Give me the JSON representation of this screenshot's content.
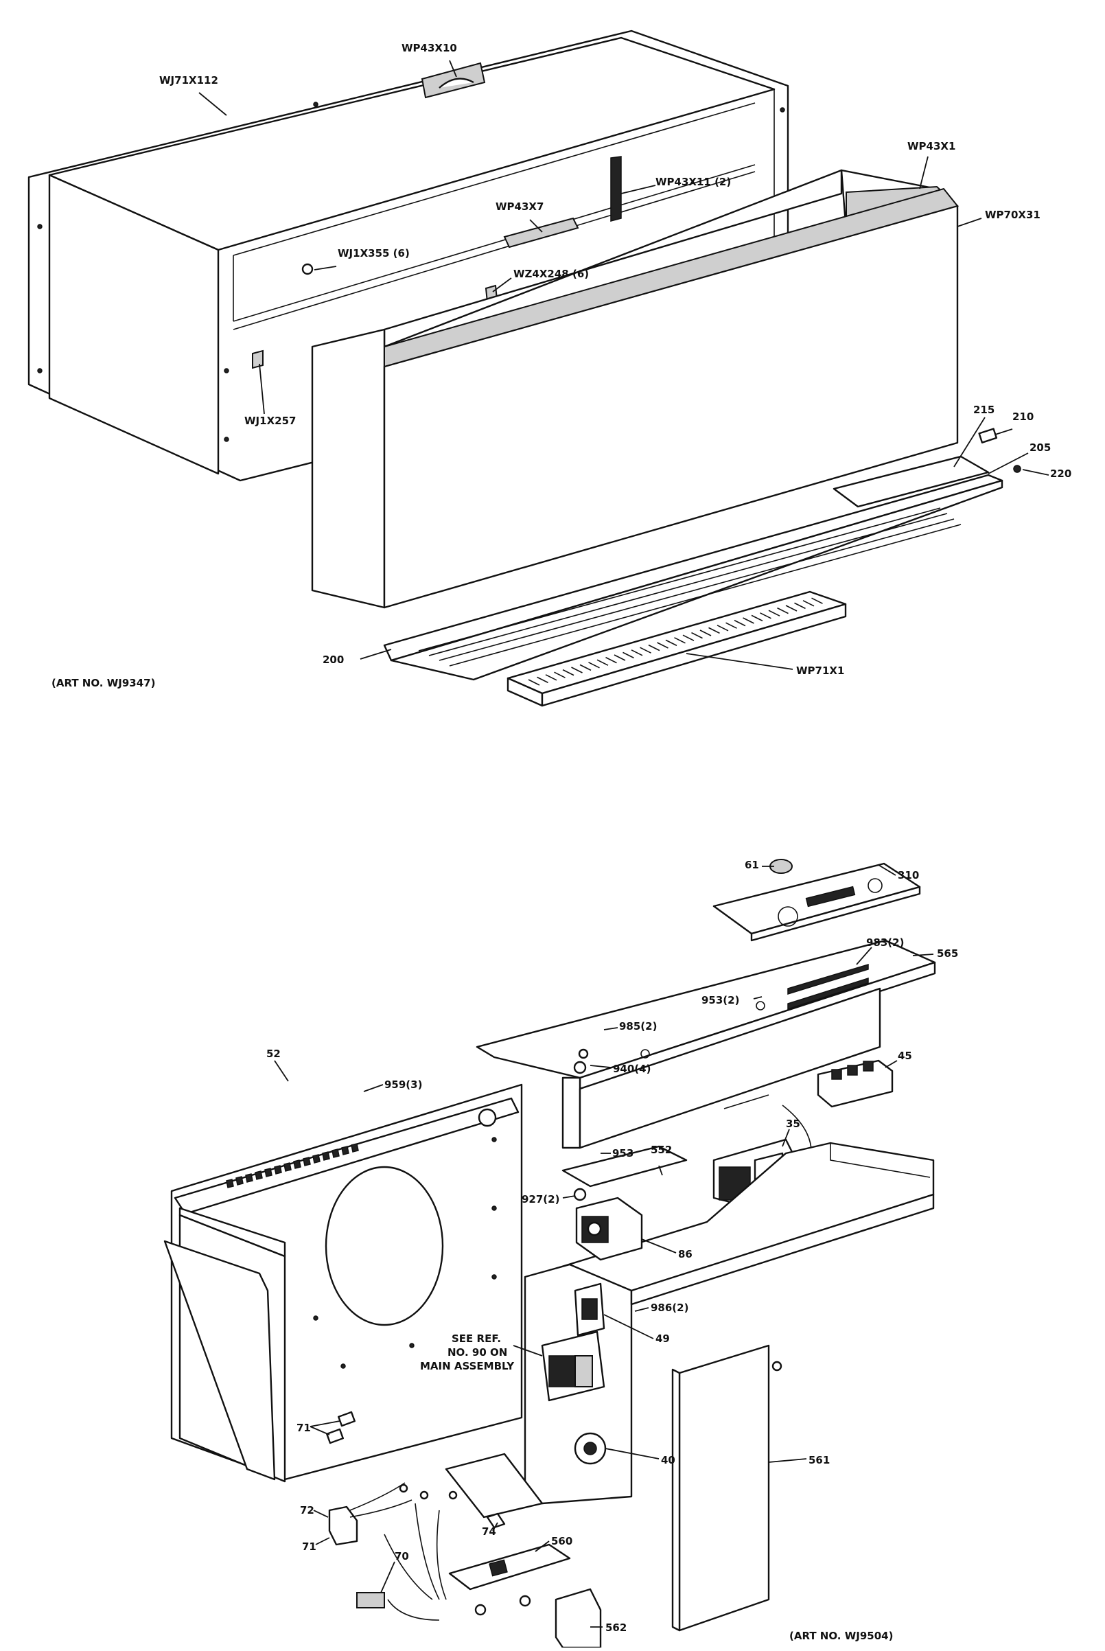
{
  "diagram_top": {
    "art_no": "(ART NO. WJ9347)",
    "labels": {
      "wj71x112": "WJ71X112",
      "wp43x10": "WP43X10",
      "wp43x1": "WP43X1",
      "wp70x31": "WP70X31",
      "wp43x11": "WP43X11 (2)",
      "wp43x7": "WP43X7",
      "wj1x355": "WJ1X355 (6)",
      "wz4x248": "WZ4X248 (6)",
      "wj1x257": "WJ1X257",
      "p215": "215",
      "p210": "210",
      "p205": "205",
      "p220": "220",
      "p200": "200",
      "wp71x1": "WP71X1"
    }
  },
  "diagram_bottom": {
    "art_no": "(ART NO. WJ9504)",
    "note_lines": [
      "SEE REF.",
      "NO. 90 ON",
      "MAIN ASSEMBLY"
    ],
    "labels": {
      "p61": "61",
      "p310": "310",
      "p983": "983(2)",
      "p565": "565",
      "p953a": "953(2)",
      "p985": "985(2)",
      "p940": "940(4)",
      "p45": "45",
      "p35": "35",
      "p52": "52",
      "p959": "959(3)",
      "p953b": "953",
      "p552": "552",
      "p927": "927(2)",
      "p86": "86",
      "p986": "986(2)",
      "p49": "49",
      "p40": "40",
      "p561": "561",
      "p71a": "71",
      "p72": "72",
      "p71b": "71",
      "p74": "74",
      "p560": "560",
      "p70": "70",
      "p562": "562"
    }
  }
}
